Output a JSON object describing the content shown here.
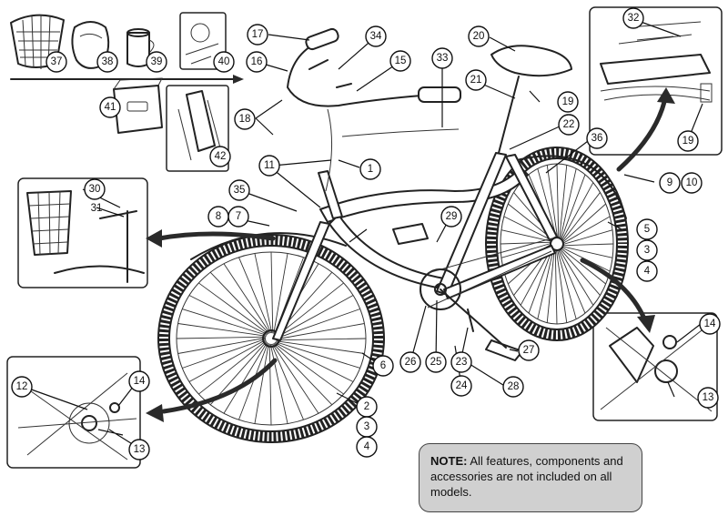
{
  "note": {
    "label": "NOTE:",
    "text": "All features, components and accessories are not included on all models."
  },
  "callouts": [
    "1",
    "2",
    "3",
    "4",
    "5",
    "6",
    "7",
    "8",
    "9",
    "10",
    "11",
    "12",
    "13",
    "14",
    "15",
    "16",
    "17",
    "18",
    "19",
    "20",
    "21",
    "22",
    "23",
    "24",
    "25",
    "26",
    "27",
    "28",
    "29",
    "30",
    "31",
    "32",
    "33",
    "34",
    "35",
    "36",
    "37",
    "38",
    "39",
    "40",
    "41",
    "42"
  ]
}
